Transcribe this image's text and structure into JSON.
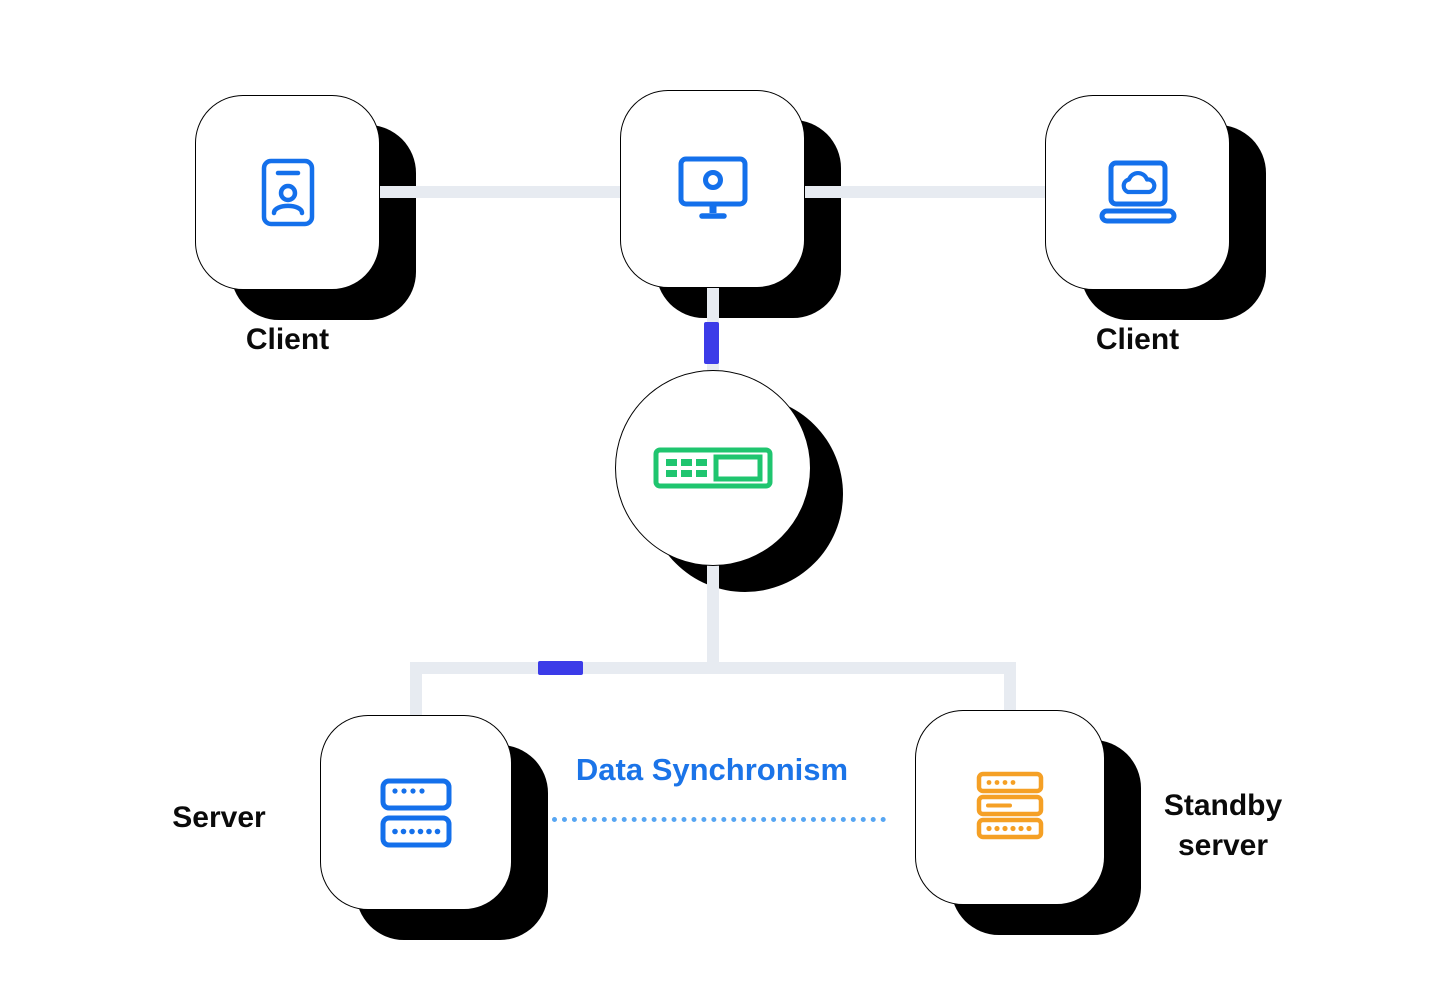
{
  "nodes": {
    "client_left": {
      "label": "Client",
      "icon": "id-card-icon"
    },
    "desktop_hub": {
      "label": "",
      "icon": "desktop-monitor-icon"
    },
    "client_right": {
      "label": "Client",
      "icon": "laptop-cloud-icon"
    },
    "network_switch": {
      "label": "",
      "icon": "switch-icon"
    },
    "server": {
      "label": "Server",
      "icon": "server-icon"
    },
    "standby_server": {
      "label": "Standby server",
      "icon": "standby-server-icon"
    }
  },
  "annotations": {
    "data_synchronism": "Data Synchronism"
  },
  "edges": [
    {
      "from": "client_left",
      "to": "desktop_hub",
      "style": "solid-gray"
    },
    {
      "from": "desktop_hub",
      "to": "client_right",
      "style": "solid-gray"
    },
    {
      "from": "desktop_hub",
      "to": "network_switch",
      "style": "solid-gray-with-blue-segment"
    },
    {
      "from": "network_switch",
      "to": "server",
      "style": "solid-gray-with-blue-segment"
    },
    {
      "from": "network_switch",
      "to": "standby_server",
      "style": "solid-gray"
    },
    {
      "from": "server",
      "to": "standby_server",
      "style": "dotted-blue"
    }
  ],
  "colors": {
    "icon_blue": "#1470EB",
    "icon_green": "#1FC56F",
    "icon_orange": "#F5A025",
    "connector_gray": "#E7EBF1",
    "connector_accent_blue": "#3B3BE8",
    "sync_text_blue": "#1B74E8",
    "sync_dotted_blue": "#58A6F2",
    "node_shadow": "#000000",
    "node_fill": "#FFFFFF",
    "label_color": "#0A0A0A"
  }
}
